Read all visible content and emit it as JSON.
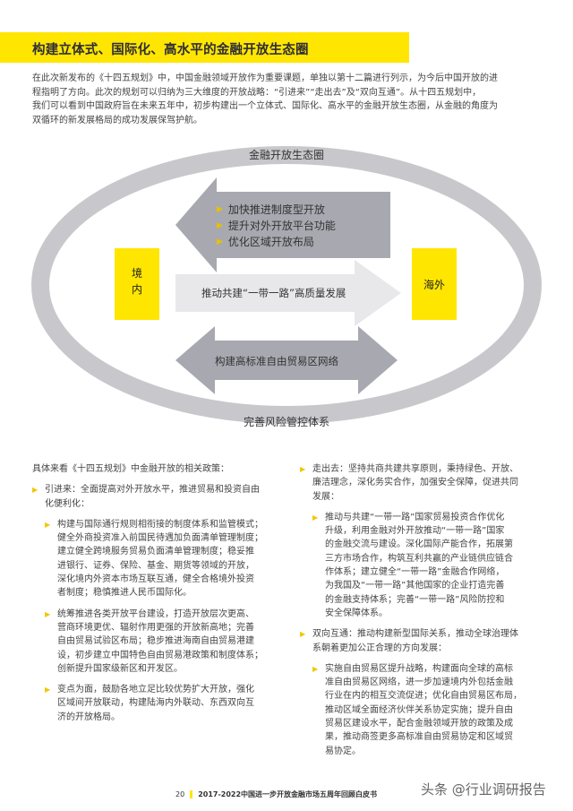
{
  "header": {
    "title": "构建立体式、国际化、高水平的金融开放生态圈"
  },
  "intro": {
    "lines": [
      "在此次新发布的《十四五规划》中，中国金融领域开放作为重要课题，单独以第十二篇进行列示，为今后中国开放的进",
      "程指明了方向。此次的规划可以归纳为三大维度的开放战略：“引进来”“走出去”及“双向互通”。从十四五规划中，",
      "我们可以看到中国政府旨在未来五年中，初步构建出一个立体式、国际化、高水平的金融开放生态圈，从金融的角度为",
      "双循环的新发展格局的成功发展保驾护航。"
    ]
  },
  "diagram": {
    "top_label": "金融开放生态圈",
    "bottom_label": "完善风险管控体系",
    "left_box": "境\n内",
    "left_box_line1": "境",
    "left_box_line2": "内",
    "right_box": "海外",
    "arrow_left_items": [
      "加快推进制度型开放",
      "提升对外开放平台功能",
      "优化区域开放布局"
    ],
    "arrow_right_label": "推动共建“一带一路”高质量发展",
    "arrow_double_label": "构建高标准自由贸易区网络",
    "colors": {
      "yellow": "#ffe600",
      "arrow_gray": "#a8a8b0",
      "ellipse_gray": "#c8c8cc"
    }
  },
  "left_column": {
    "heading": "具体来看《十四五规划》中金融开放的相关政策：",
    "item1": [
      "引进来：全面提高对外开放水平，推进贸易和投资自由",
      "化便利化："
    ],
    "sub1": [
      "构建与国际通行规则相衔接的制度体系和监管模式；",
      "健全外商投资准入前国民待遇加负面清单管理制度；",
      "建立健全跨境服务贸易负面清单管理制度；稳妥推",
      "进银行、证券、保险、基金、期货等领域的开放，",
      "深化境内外资本市场互联互通，健全合格境外投资",
      "者制度；稳慎推进人民币国际化。"
    ],
    "sub2": [
      "统筹推进各类开放平台建设，打造开放层次更高、",
      "营商环境更优、辐射作用更强的开放新高地；完善",
      "自由贸易试验区布局；稳步推进海南自由贸易港建",
      "设，初步建立中国特色自由贸易港政策和制度体系；",
      "创新提升国家级新区和开发区。"
    ],
    "sub3": [
      "变点为面，鼓励各地立足比较优势扩大开放，强化",
      "区域间开放联动，构建陆海内外联动、东西双向互",
      "济的开放格局。"
    ]
  },
  "right_column": {
    "item1": [
      "走出去：坚持共商共建共享原则，秉持绿色、开放、",
      "廉洁理念，深化务实合作，加强安全保障，促进共同",
      "发展："
    ],
    "sub1": [
      "推动与共建“一带一路”国家贸易投资合作优化",
      "升级，利用金融对外开放推动“一带一路”国家",
      "的金融交流与建设。深化国际产能合作，拓展第",
      "三方市场合作，构筑互利共赢的产业链供应链合",
      "作体系；建立健全“一带一路”金融合作网络，",
      "为我国及“一带一路”其他国家的企业打造完善",
      "的金融支持体系；完善“一带一路”风险防控和",
      "安全保障体系。"
    ],
    "item2": [
      "双向互通：推动构建新型国际关系，推动全球治理体",
      "系朝着更加公正合理的方向发展："
    ],
    "sub2": [
      "实施自由贸易区提升战略，构建面向全球的高标",
      "准自由贸易区网络，进一步加速境内外包括金融",
      "行业在内的相互交流促进；优化自由贸易区布局，",
      "推动区域全面经济伙伴关系协定实施；提升自由",
      "贸易区建设水平，配合金融领域开放的政策及成",
      "果，推动商签更多高标准自由贸易协定和区域贸",
      "易协定。"
    ]
  },
  "footer": {
    "page_number": "20",
    "title": "2017-2022中国进一步开放金融市场五周年回顾白皮书"
  },
  "watermark": "头条 @行业调研报告"
}
